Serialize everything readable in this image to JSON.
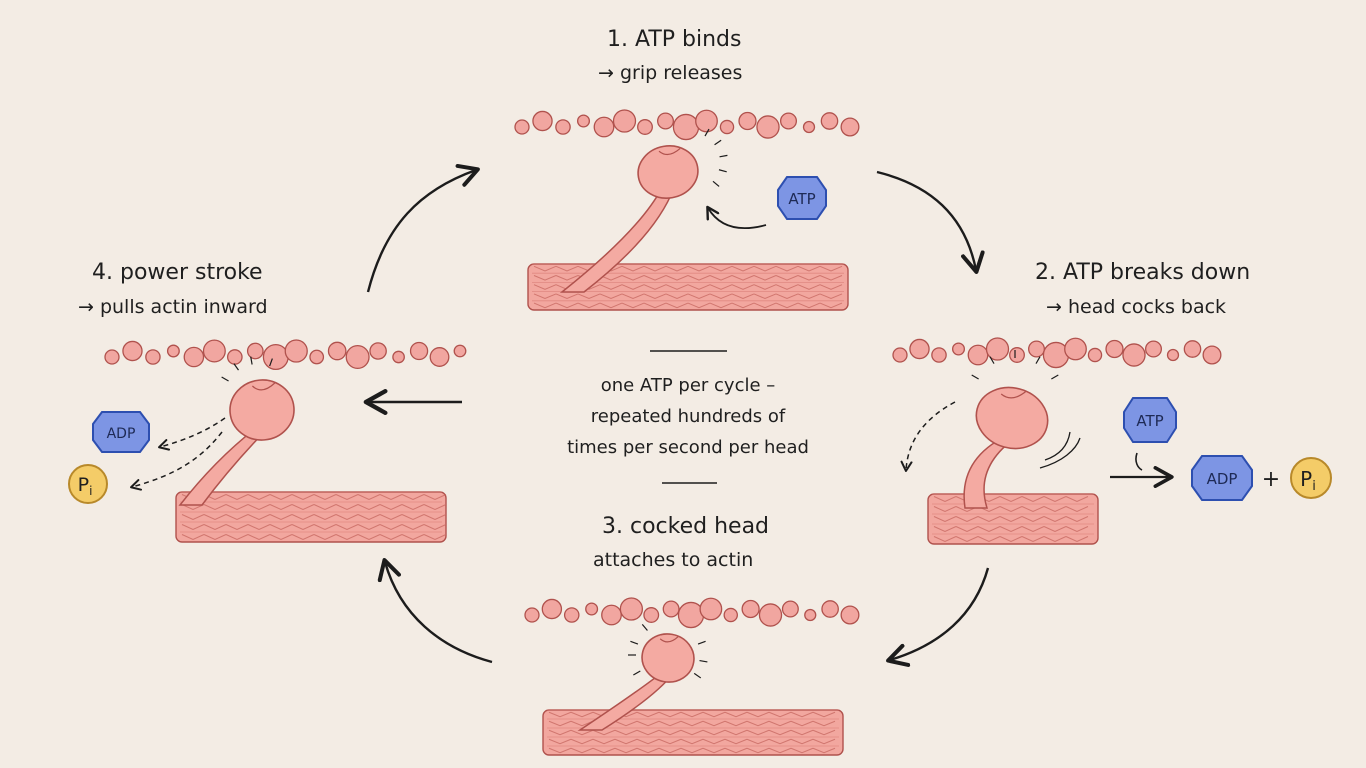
{
  "steps": [
    {
      "number": "1.",
      "title": "ATP binds",
      "subtitle": "→ grip releases"
    },
    {
      "number": "2.",
      "title": "ATP breaks down",
      "subtitle": "→ head cocks back"
    },
    {
      "number": "3.",
      "title": "cocked head",
      "subtitle": "attaches to actin"
    },
    {
      "number": "4.",
      "title": "power stroke",
      "subtitle": "→ pulls actin inward"
    }
  ],
  "center_note": {
    "line1": "one ATP per cycle –",
    "line2": "repeated hundreds of",
    "line3": "times per second per head"
  },
  "molecules": {
    "atp": "ATP",
    "adp": "ADP",
    "pi_letter": "P",
    "pi_subscript": "i",
    "plus": "+"
  },
  "colors": {
    "background": "#f3ece4",
    "actin": "#f1a6a0",
    "myosin": "#f4aaa2",
    "atp_badge": "#7d95e4",
    "pi_badge": "#f4cc68",
    "arrow": "#1c1c1c"
  }
}
